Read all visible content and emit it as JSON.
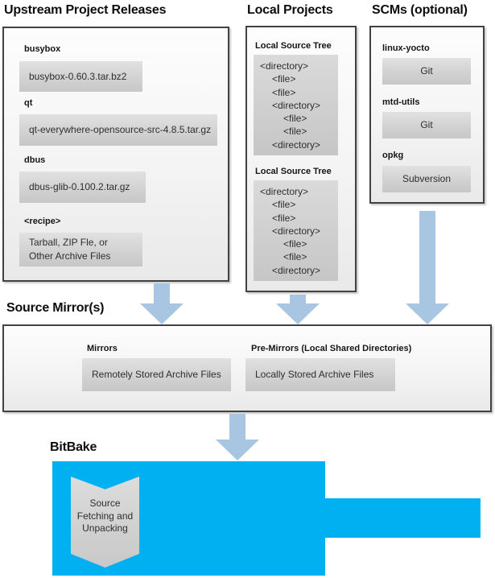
{
  "panels": {
    "upstream": {
      "title": "Upstream Project Releases",
      "items": [
        {
          "label": "busybox",
          "text": "busybox-0.60.3.tar.bz2"
        },
        {
          "label": "qt",
          "text": "qt-everywhere-opensource-src-4.8.5.tar.gz"
        },
        {
          "label": "dbus",
          "text": "dbus-glib-0.100.2.tar.gz"
        },
        {
          "label": "<recipe>",
          "text_lines": [
            "Tarball, ZIP Fle, or",
            "Other Archive Files"
          ]
        }
      ]
    },
    "local": {
      "title": "Local Projects",
      "trees": [
        {
          "label": "Local Source Tree",
          "lines": [
            {
              "text": "<directory>",
              "indent": 0
            },
            {
              "text": "<file>",
              "indent": 1
            },
            {
              "text": "<file>",
              "indent": 1
            },
            {
              "text": "<directory>",
              "indent": 1
            },
            {
              "text": "<file>",
              "indent": 2
            },
            {
              "text": "<file>",
              "indent": 2
            },
            {
              "text": "<directory>",
              "indent": 1
            }
          ]
        },
        {
          "label": "Local Source Tree",
          "lines": [
            {
              "text": "<directory>",
              "indent": 0
            },
            {
              "text": "<file>",
              "indent": 1
            },
            {
              "text": "<file>",
              "indent": 1
            },
            {
              "text": "<directory>",
              "indent": 1
            },
            {
              "text": "<file>",
              "indent": 2
            },
            {
              "text": "<file>",
              "indent": 2
            },
            {
              "text": "<directory>",
              "indent": 1
            }
          ]
        }
      ]
    },
    "scms": {
      "title": "SCMs (optional)",
      "items": [
        {
          "label": "linux-yocto",
          "text": "Git"
        },
        {
          "label": "mtd-utils",
          "text": "Git"
        },
        {
          "label": "opkg",
          "text": "Subversion"
        }
      ]
    },
    "mirrors": {
      "title": "Source Mirror(s)",
      "items": [
        {
          "label": "Mirrors",
          "text": "Remotely Stored Archive Files"
        },
        {
          "label": "Pre-Mirrors (Local Shared Directories)",
          "text": "Locally Stored Archive Files"
        }
      ]
    },
    "bitbake": {
      "title": "BitBake",
      "process_lines": [
        "Source",
        "Fetching and",
        "Unpacking"
      ]
    }
  },
  "colors": {
    "bitbake_blue": "#00b0f0",
    "arrow_blue": "#a8c5e2",
    "box_gray": "#d2d2d2",
    "panel_border": "#424242"
  }
}
